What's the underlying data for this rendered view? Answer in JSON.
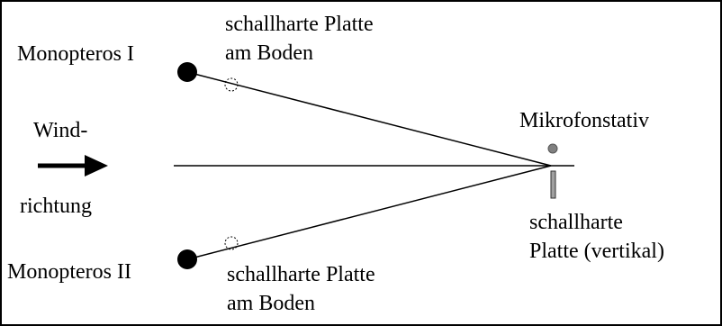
{
  "labels": {
    "monopteros_1": "Monopteros I",
    "monopteros_2": "Monopteros II",
    "plate_floor_top_line1": "schallharte Platte",
    "plate_floor_top_line2": "am Boden",
    "plate_floor_bottom_line1": "schallharte Platte",
    "plate_floor_bottom_line2": "am Boden",
    "mic_stand": "Mikrofonstativ",
    "wind_line1": "Wind-",
    "wind_line2": "richtung",
    "plate_vertical_line1": "schallharte",
    "plate_vertical_line2": "Platte (vertikal)"
  },
  "colors": {
    "line": "#000000",
    "mic_fill": "#808080",
    "plate_fill": "#a0a0a0"
  }
}
